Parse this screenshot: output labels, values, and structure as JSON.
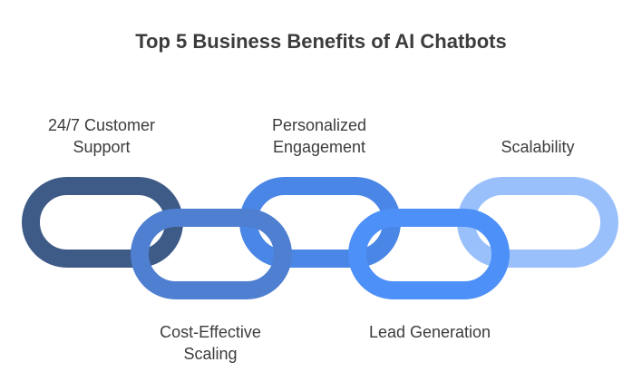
{
  "title": "Top 5 Business Benefits of AI Chatbots",
  "benefits": [
    {
      "label_line1": "24/7 Customer",
      "label_line2": "Support",
      "color": "#3e5a86"
    },
    {
      "label_line1": "Cost-Effective",
      "label_line2": "Scaling",
      "color": "#4f7fd0"
    },
    {
      "label_line1": "Personalized",
      "label_line2": "Engagement",
      "color": "#4a86e6"
    },
    {
      "label_line1": "Lead Generation",
      "label_line2": "",
      "color": "#4d90f7"
    },
    {
      "label_line1": "",
      "label_line2": "Scalability",
      "color": "#9ac0fb"
    }
  ]
}
